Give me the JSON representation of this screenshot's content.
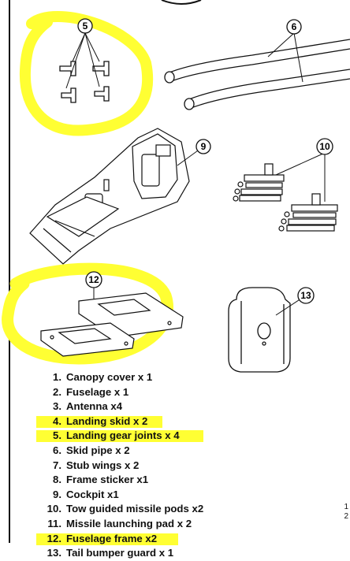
{
  "callouts": [
    "5",
    "6",
    "9",
    "10",
    "12",
    "13"
  ],
  "parts": [
    {
      "num": "1.",
      "label": "Canopy cover  x 1",
      "highlighted": false
    },
    {
      "num": "2.",
      "label": "Fuselage  x 1",
      "highlighted": false
    },
    {
      "num": "3.",
      "label": "Antenna  x4",
      "highlighted": false
    },
    {
      "num": "4.",
      "label": "Landing skid  x 2",
      "highlighted": true
    },
    {
      "num": "5.",
      "label": "Landing gear joints  x 4",
      "highlighted": true
    },
    {
      "num": "6.",
      "label": "Skid pipe  x 2",
      "highlighted": false
    },
    {
      "num": "7.",
      "label": "Stub wings  x 2",
      "highlighted": false
    },
    {
      "num": "8.",
      "label": "Frame sticker  x1",
      "highlighted": false
    },
    {
      "num": "9.",
      "label": "Cockpit  x1",
      "highlighted": false
    },
    {
      "num": "10.",
      "label": "Tow guided missile pods  x2",
      "highlighted": false
    },
    {
      "num": "11.",
      "label": "Missile launching pad  x 2",
      "highlighted": false
    },
    {
      "num": "12.",
      "label": "Fuselage frame  x2",
      "highlighted": true
    },
    {
      "num": "13.",
      "label": "Tail bumper guard  x 1",
      "highlighted": false
    }
  ],
  "highlight_color": "#ffff33",
  "margin_chars": [
    "1",
    "2"
  ]
}
